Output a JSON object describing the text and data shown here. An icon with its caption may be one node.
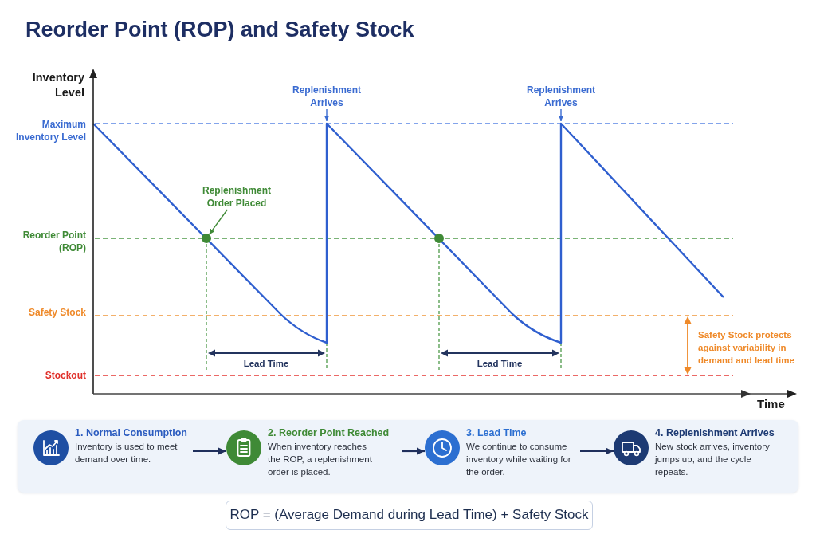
{
  "diagram": {
    "title": "Reorder Point (ROP) and Safety Stock",
    "nodes": [
      {
        "text": [
          "Replenishment Arrives"
        ]
      },
      {
        "text": [
          "Replenishment Arrives"
        ]
      },
      {
        "text": [
          "Replenishment Order Placed"
        ]
      },
      {
        "text": [],
        "shape": "circle"
      },
      {
        "text": [],
        "shape": "box"
      },
      {
        "text": [
          "1. Normal Consumption",
          "Inventory is used to meet demand over time."
        ],
        "in": 4
      },
      {
        "text": [
          "2. Reorder Point Reached",
          "When inventory reaches the ROP, a replenishment order is placed."
        ],
        "in": 4
      },
      {
        "text": [
          "3. Lead Time",
          "We continue to consume inventory while waiting for the order."
        ],
        "in": 4
      },
      {
        "text": [
          "4. Replenishment Arrives",
          "New stock arrives, inventory jumps up, and the cycle repeats."
        ],
        "in": 4
      },
      {
        "text": [
          "ROP = (Average Demand during Lead Time) + Safety Stock"
        ]
      }
    ],
    "edges": [
      {
        "from": 0,
        "to": null,
        "arrow": "to",
        "color": "#3a6bd1"
      },
      {
        "from": 1,
        "to": null,
        "arrow": "to",
        "color": "#3a6bd1"
      },
      {
        "from": 2,
        "to": 3,
        "arrow": "to",
        "color": "#3f8a36"
      },
      {
        "from": 5,
        "to": 6,
        "arrow": "to"
      },
      {
        "from": 6,
        "to": 7,
        "arrow": "to"
      },
      {
        "from": 7,
        "to": 8,
        "arrow": "to"
      }
    ],
    "labels": [
      "Inventory Level",
      "Maximum Inventory Level",
      "Reorder Point (ROP)",
      "Safety Stock",
      "Safety Stock protects against variability in demand and lead time",
      "Lead Time",
      "Lead Time",
      "Stockout",
      "Time"
    ]
  }
}
